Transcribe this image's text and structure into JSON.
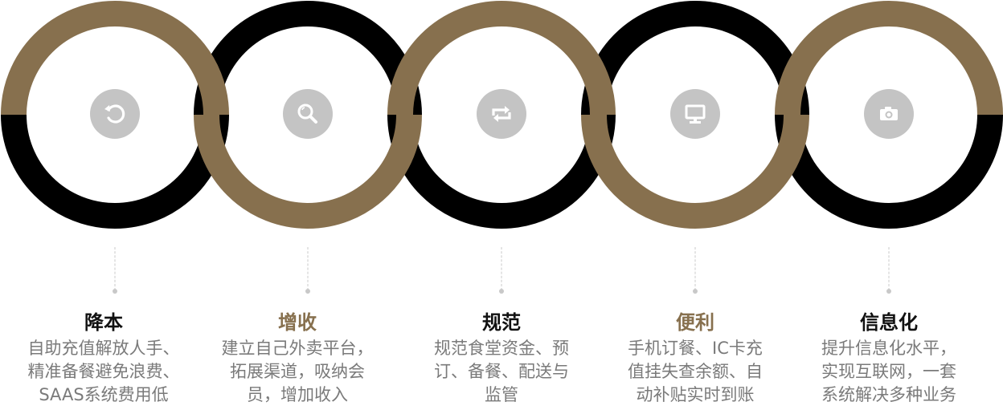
{
  "colors": {
    "brown": "#87704e",
    "black": "#000000",
    "icon_bg": "#c4c4c4",
    "desc_text": "#7a7a7a",
    "title_dark": "#111111"
  },
  "items": [
    {
      "title": "降本",
      "title_color": "dark",
      "ring_top": "brown",
      "ring_bottom": "black",
      "icon": "refresh-icon",
      "desc": [
        "自助充值解放人手、",
        "精准备餐避免浪费、",
        "SAAS系统费用低"
      ]
    },
    {
      "title": "增收",
      "title_color": "brown",
      "ring_top": "black",
      "ring_bottom": "brown",
      "icon": "search-icon",
      "desc": [
        "建立自己外卖平台，",
        "拓展渠道，吸纳会",
        "员，增加收入"
      ]
    },
    {
      "title": "规范",
      "title_color": "dark",
      "ring_top": "brown",
      "ring_bottom": "black",
      "icon": "repeat-icon",
      "desc": [
        "规范食堂资金、预",
        "订、备餐、配送与",
        "监管"
      ]
    },
    {
      "title": "便利",
      "title_color": "brown",
      "ring_top": "black",
      "ring_bottom": "brown",
      "icon": "monitor-icon",
      "desc": [
        "手机订餐、IC卡充",
        "值挂失查余额、自",
        "动补贴实时到账"
      ]
    },
    {
      "title": "信息化",
      "title_color": "dark",
      "ring_top": "brown",
      "ring_bottom": "black",
      "icon": "camera-icon",
      "desc": [
        "提升信息化水平，",
        "实现互联网，一套",
        "系统解决多种业务"
      ]
    }
  ]
}
